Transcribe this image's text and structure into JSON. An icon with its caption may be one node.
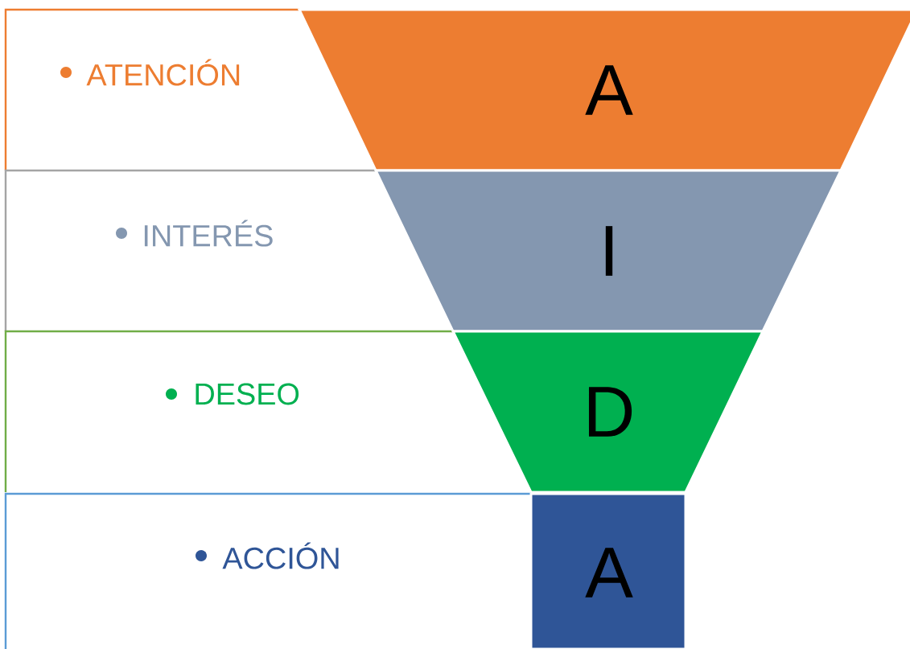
{
  "diagram": {
    "nodes": [
      {
        "text": [
          "ATENCIÓN"
        ]
      },
      {
        "text": [
          "A"
        ]
      },
      {
        "text": [
          "INTERÉS"
        ]
      },
      {
        "text": [
          "I"
        ]
      },
      {
        "text": [
          "DESEO"
        ]
      },
      {
        "text": [
          "D"
        ]
      },
      {
        "text": [
          "ACCIÓN"
        ]
      },
      {
        "text": [
          "A"
        ]
      }
    ]
  }
}
